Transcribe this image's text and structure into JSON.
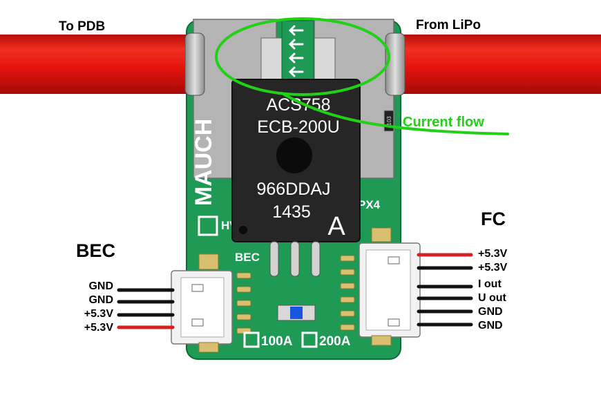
{
  "labels": {
    "to_pdb": "To PDB",
    "from_lipo": "From LiPo",
    "current_flow": "Current flow",
    "bec": "BEC",
    "fc": "FC"
  },
  "chip": {
    "part": "ACS758",
    "variant": "ECB-200U",
    "lot": "966DDAJ",
    "date": "1435",
    "mark": "A"
  },
  "board": {
    "silk_bec": "BEC",
    "silk_logo": "MAUCH",
    "silk_hv": "HV",
    "silk_px": "PX4",
    "silk_103": "103",
    "option_100a": "100A",
    "option_200a": "200A"
  },
  "bec_pins": [
    "GND",
    "GND",
    "+5.3V",
    "+5.3V"
  ],
  "fc_pins": [
    "+5.3V",
    "+5.3V",
    "I out",
    "U out",
    "GND",
    "GND"
  ],
  "colors": {
    "cable": "#e5130f",
    "pcb": "#1f9a55",
    "chip": "#262626",
    "annotation": "#22d018",
    "wire_power": "#d42020",
    "wire_signal": "#111111"
  }
}
